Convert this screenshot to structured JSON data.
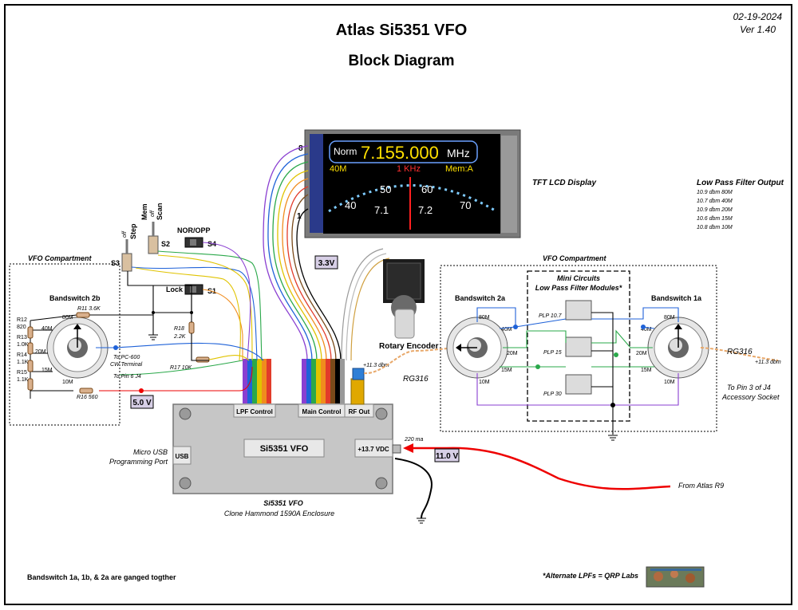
{
  "header": {
    "title": "Atlas Si5351 VFO",
    "subtitle": "Block Diagram",
    "date": "02-19-2024",
    "version": "Ver  1.40"
  },
  "display": {
    "mode": "Norm",
    "freq": "7.155.000",
    "unit": "MHz",
    "band": "40M",
    "step": "1 KHz",
    "mem": "Mem:A",
    "scale": [
      "40",
      "50",
      "60",
      "70"
    ],
    "subscale": [
      "7.1",
      "7.2"
    ],
    "wire_top": "8",
    "wire_bottom": "1",
    "label": "TFT LCD Display"
  },
  "lpf_output": {
    "title": "Low Pass Filter Output",
    "lines": [
      "10.9 dbm 80M",
      "10.7 dbm 40M",
      "10.9 dbm 20M",
      "10.6 dbm 15M",
      "10.8 dbm 10M"
    ]
  },
  "switches": {
    "step_off": "off",
    "step": "Step",
    "mem": "Mem",
    "mem_off": "off",
    "scan": "Scan",
    "nor_opp": "NOR/OPP",
    "s2": "S2",
    "s3": "S3",
    "s4": "S4",
    "lock": "Lock",
    "s1": "S1"
  },
  "left": {
    "compartment": "VFO Compartment",
    "bandswitch": "Bandswitch 2b",
    "bands": [
      "80M",
      "40M",
      "20M",
      "15M",
      "10M"
    ],
    "r11": "R11  3.6K",
    "r12": [
      "R12",
      "820"
    ],
    "r13": [
      "R13",
      "1.0K"
    ],
    "r14": [
      "R14",
      "1.1K"
    ],
    "r15": [
      "R15",
      "1.1K"
    ],
    "r16": "R16  560",
    "r17": "R17 10K",
    "r18": [
      "R18",
      "2.2K"
    ],
    "to_pc600": [
      "To PC-600",
      "CW Terminal"
    ],
    "to_pin6": "To Pin 6 J4",
    "v5": "5.0 V"
  },
  "center": {
    "v33": "3.3V",
    "rotary": "Rotary Encoder",
    "dbm": "+11.3 dbm",
    "rg316": "RG316",
    "lpf_control": "LPF Control",
    "main_control": "Main Control",
    "rf_out": "RF Out",
    "enclosure_label": "Si5351 VFO",
    "usb": "USB",
    "vdc": "+13.7 VDC",
    "current": "220 ma",
    "v11": "11.0 V",
    "micro_usb": [
      "Micro USB",
      "Programming Port"
    ],
    "caption": [
      "Si5351 VFO",
      "Clone Hammond 1590A Enclosure"
    ],
    "from_atlas": "From Atlas R9"
  },
  "right": {
    "compartment": "VFO Compartment",
    "mini": [
      "Mini Circuits",
      "Low Pass Filter Modules*"
    ],
    "bs2a": "Bandswitch 2a",
    "bs1a": "Bandswitch 1a",
    "bands2a": [
      "80M",
      "40M",
      "20M",
      "15M",
      "10M"
    ],
    "bands1a": [
      "80M",
      "40M",
      "20M",
      "15M",
      "10M"
    ],
    "plp": [
      "PLP 10.7",
      "PLP 15",
      "PLP 30"
    ],
    "rg316": "RG316",
    "dbm": "+11.3 dbm",
    "to_pin3": [
      "To Pin 3 of J4",
      "Accessory Socket"
    ]
  },
  "footer": {
    "ganged": "Bandswitch 1a, 1b, & 2a are ganged togther",
    "alt": "*Alternate LPFs = QRP Labs"
  }
}
